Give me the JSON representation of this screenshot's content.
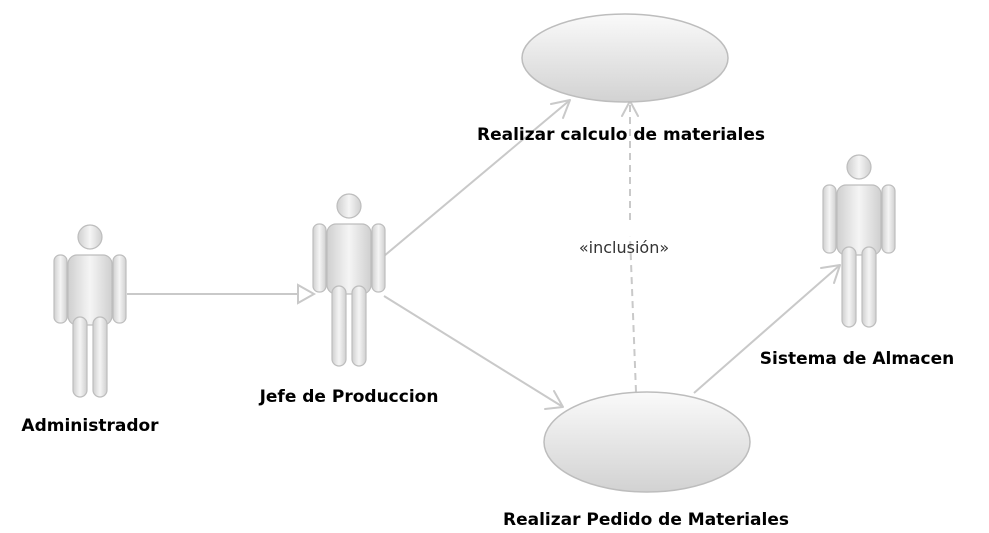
{
  "actors": [
    {
      "id": "administrador",
      "label": "Administrador"
    },
    {
      "id": "jefe",
      "label": "Jefe de Produccion"
    },
    {
      "id": "almacen",
      "label": "Sistema de Almacen"
    }
  ],
  "use_cases": [
    {
      "id": "calculo",
      "label": "Realizar calculo de materiales"
    },
    {
      "id": "pedido",
      "label": "Realizar Pedido de Materiales"
    }
  ],
  "relationships": [
    {
      "type": "generalization",
      "from": "administrador",
      "to": "jefe"
    },
    {
      "type": "association",
      "from": "jefe",
      "to": "calculo"
    },
    {
      "type": "association",
      "from": "jefe",
      "to": "pedido"
    },
    {
      "type": "association",
      "from": "pedido",
      "to": "almacen"
    },
    {
      "type": "include",
      "from": "pedido",
      "to": "calculo",
      "label": "«inclusión»"
    }
  ],
  "colors": {
    "line": "#c9c9c9",
    "shape_fill_light": "#f7f7f7",
    "shape_fill_dark": "#d4d4d4",
    "shape_stroke": "#bdbdbd",
    "text": "#000000"
  }
}
